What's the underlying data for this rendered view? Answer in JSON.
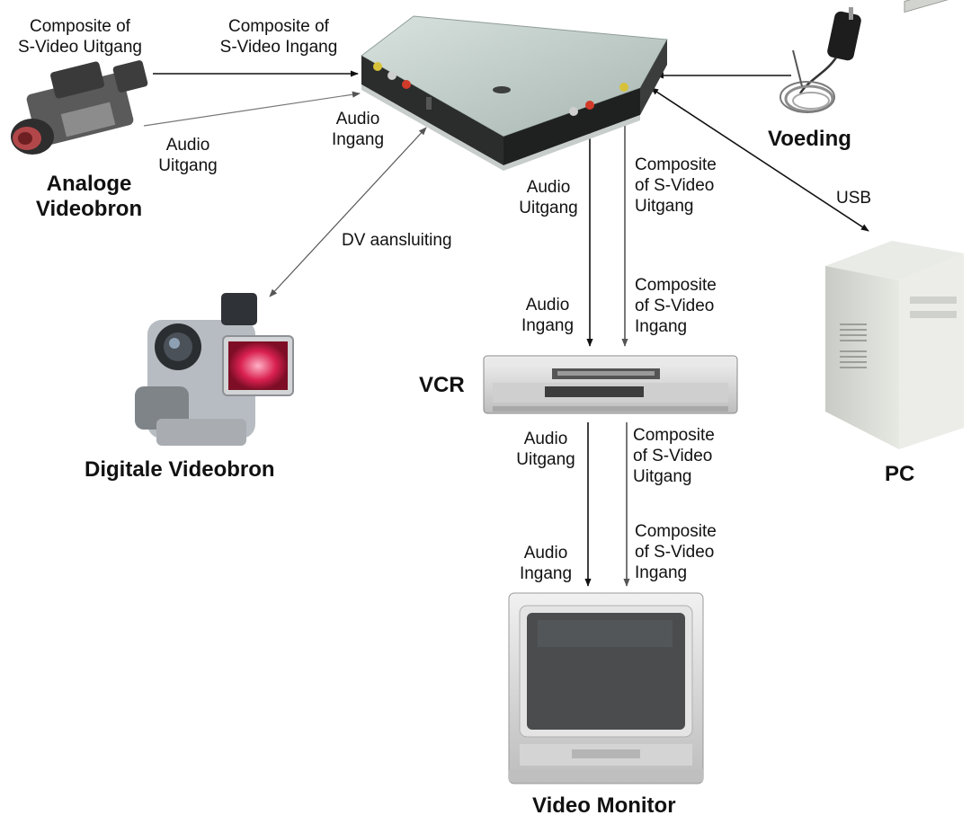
{
  "devices": {
    "analog_source": "Analoge\nVideobron",
    "digital_source": "Digitale Videobron",
    "power": "Voeding",
    "pc": "PC",
    "vcr": "VCR",
    "monitor": "Video Monitor"
  },
  "connections": {
    "analog_video_out": "Composite of\nS-Video Uitgang",
    "box_video_in": "Composite of\nS-Video Ingang",
    "analog_audio_out": "Audio\nUitgang",
    "box_audio_in": "Audio\nIngang",
    "dv": "DV aansluiting",
    "usb": "USB",
    "box_audio_out": "Audio\nUitgang",
    "box_video_out": "Composite\nof S-Video\nUitgang",
    "vcr_audio_in": "Audio\nIngang",
    "vcr_video_in": "Composite\nof S-Video\nIngang",
    "vcr_audio_out": "Audio\nUitgang",
    "vcr_video_out": "Composite\nof S-Video\nUitgang",
    "monitor_audio_in": "Audio\nIngang",
    "monitor_video_in": "Composite\nof S-Video\nIngang"
  }
}
